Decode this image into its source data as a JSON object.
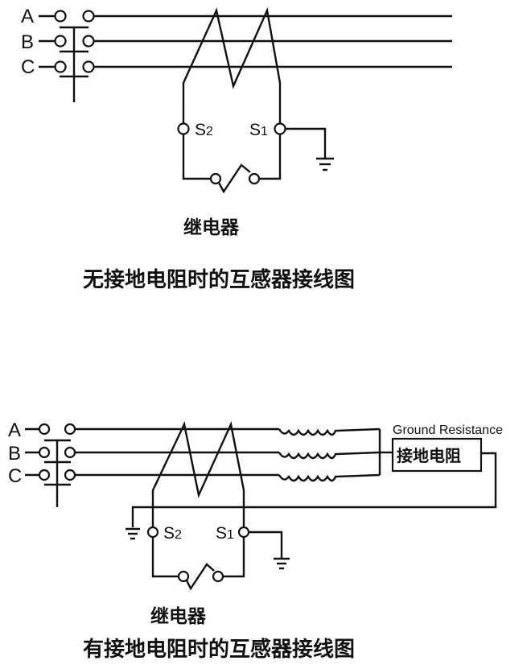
{
  "diagram_top": {
    "phases": [
      "A",
      "B",
      "C"
    ],
    "terminals": {
      "s2": "S",
      "s2_sub": "2",
      "s1": "S",
      "s1_sub": "1"
    },
    "relay_label": "继电器",
    "title": "无接地电阻时的互感器接线图"
  },
  "diagram_bottom": {
    "phases": [
      "A",
      "B",
      "C"
    ],
    "terminals": {
      "s2": "S",
      "s2_sub": "2",
      "s1": "S",
      "s1_sub": "1"
    },
    "ground_resistance_label": "Ground Resistance",
    "ground_resistance_box": "接地电阻",
    "relay_label": "继电器",
    "title": "有接地电阻时的互感器接线图"
  }
}
